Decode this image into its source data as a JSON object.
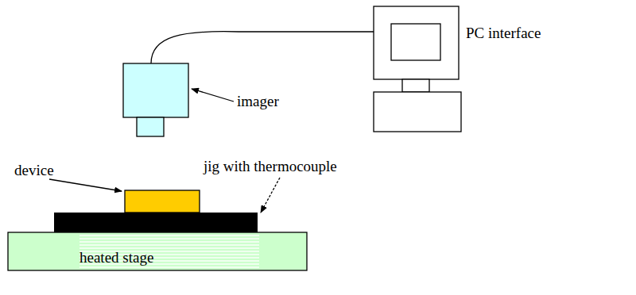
{
  "diagram": {
    "nodes": [
      {
        "text": [
          "heated stage"
        ]
      }
    ],
    "labels": [
      "PC interface",
      "imager",
      "device",
      "jig with thermocouple"
    ]
  }
}
